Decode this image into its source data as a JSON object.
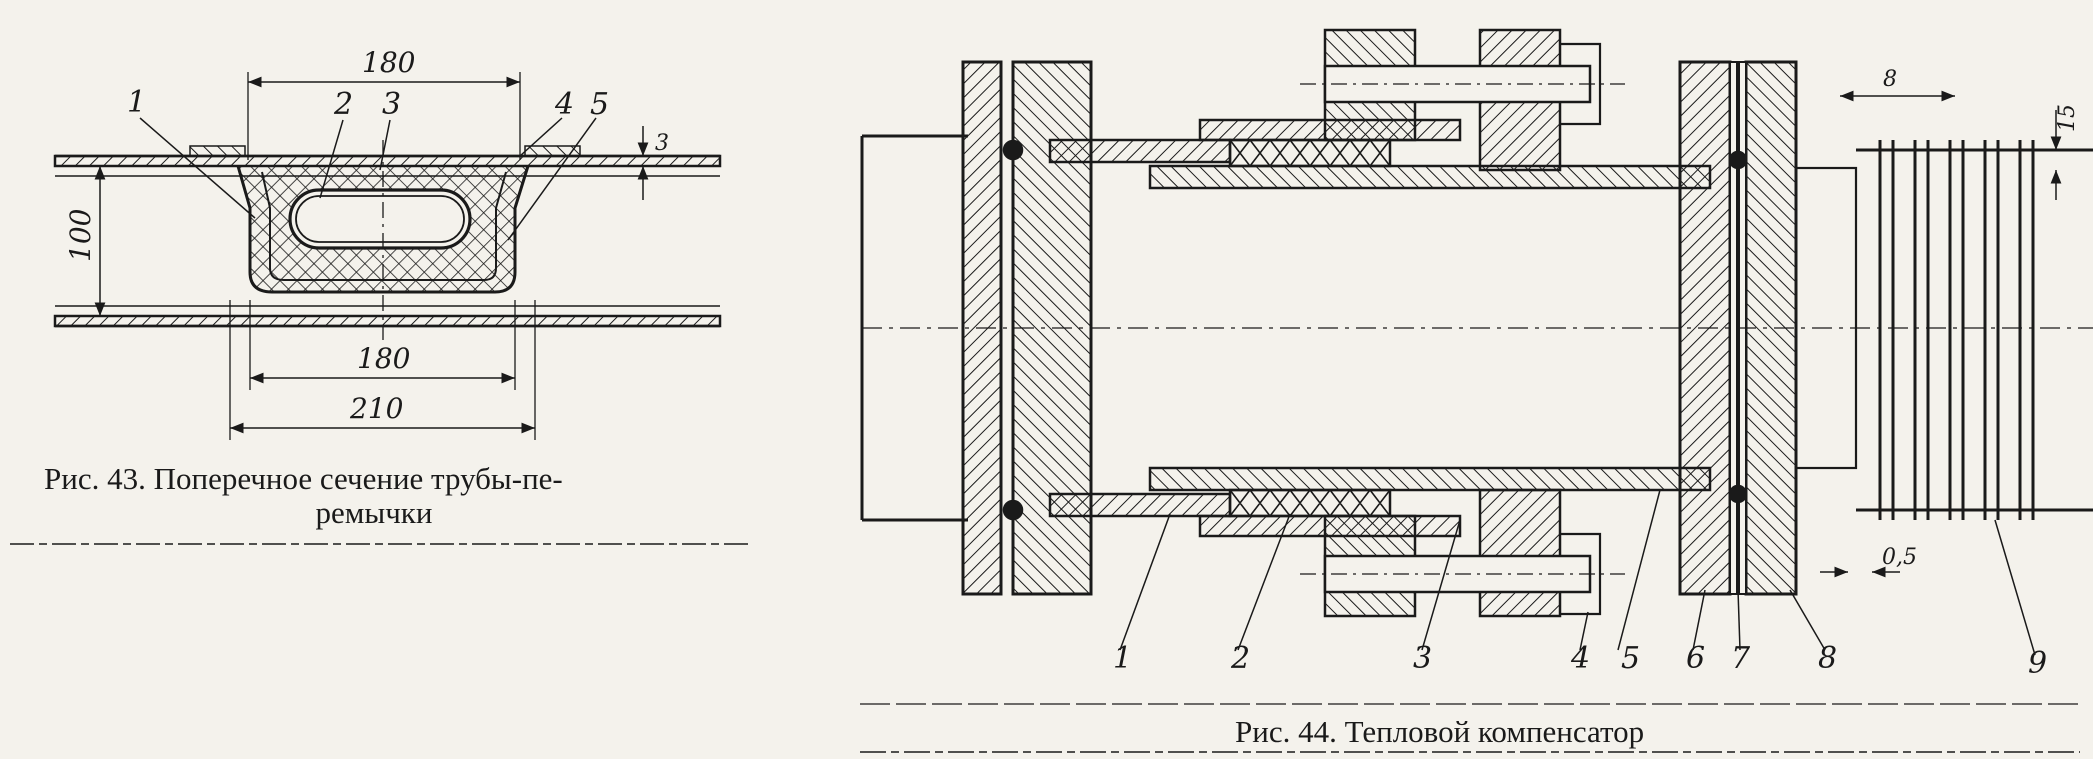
{
  "fig43": {
    "caption_line1": "Рис. 43. Поперечное сечение трубы-пе-",
    "caption_line2": "ремычки",
    "labels": [
      "1",
      "2",
      "3",
      "4",
      "5"
    ],
    "dims": {
      "top": "180",
      "mid": "180",
      "bottom": "210",
      "height": "100",
      "wall": "3"
    }
  },
  "fig44": {
    "caption": "Рис. 44. Тепловой компенсатор",
    "labels": [
      "1",
      "2",
      "3",
      "4",
      "5",
      "6",
      "7",
      "8",
      "9"
    ],
    "dims": {
      "pitch": "8",
      "height": "15",
      "thickness": "0,5"
    }
  },
  "colors": {
    "ink": "#1a1a1a",
    "paper": "#f4f2ec"
  }
}
